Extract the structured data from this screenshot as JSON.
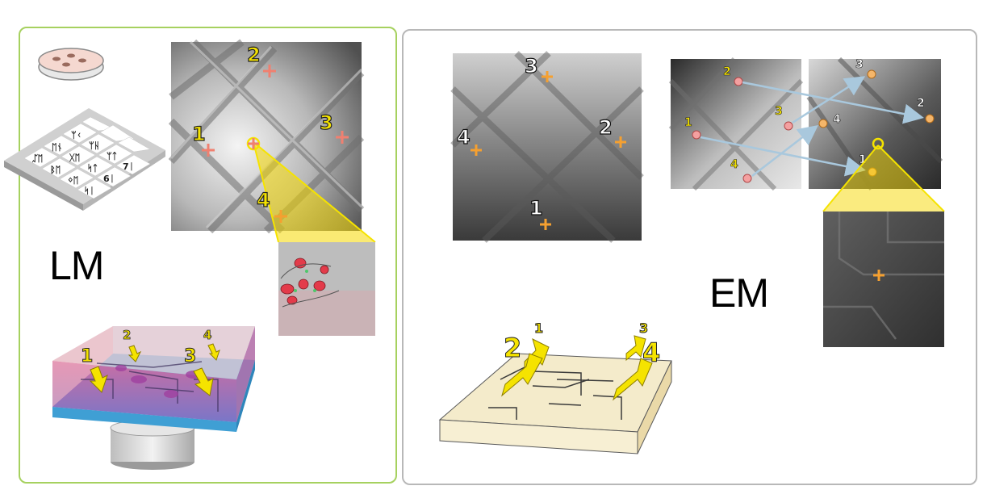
{
  "lm": {
    "label": "LM",
    "micrograph_markers": [
      "1",
      "2",
      "3",
      "4"
    ],
    "schematic_arrows": [
      "1",
      "2",
      "3",
      "4"
    ]
  },
  "em": {
    "label": "EM",
    "micrograph_markers": [
      "1",
      "2",
      "3",
      "4"
    ],
    "pair_left_markers": [
      "1",
      "2",
      "3",
      "4"
    ],
    "pair_right_markers": [
      "1",
      "2",
      "3",
      "4"
    ],
    "block_arrows": [
      "1",
      "2",
      "3",
      "4"
    ]
  },
  "colors": {
    "lm_border": "#a6d15f",
    "em_border": "#b8b8b8",
    "marker_red": "#f08070",
    "marker_orange": "#f5a030",
    "highlight_yellow": "#f7e600",
    "arrow_blue": "#a9c8dd"
  }
}
